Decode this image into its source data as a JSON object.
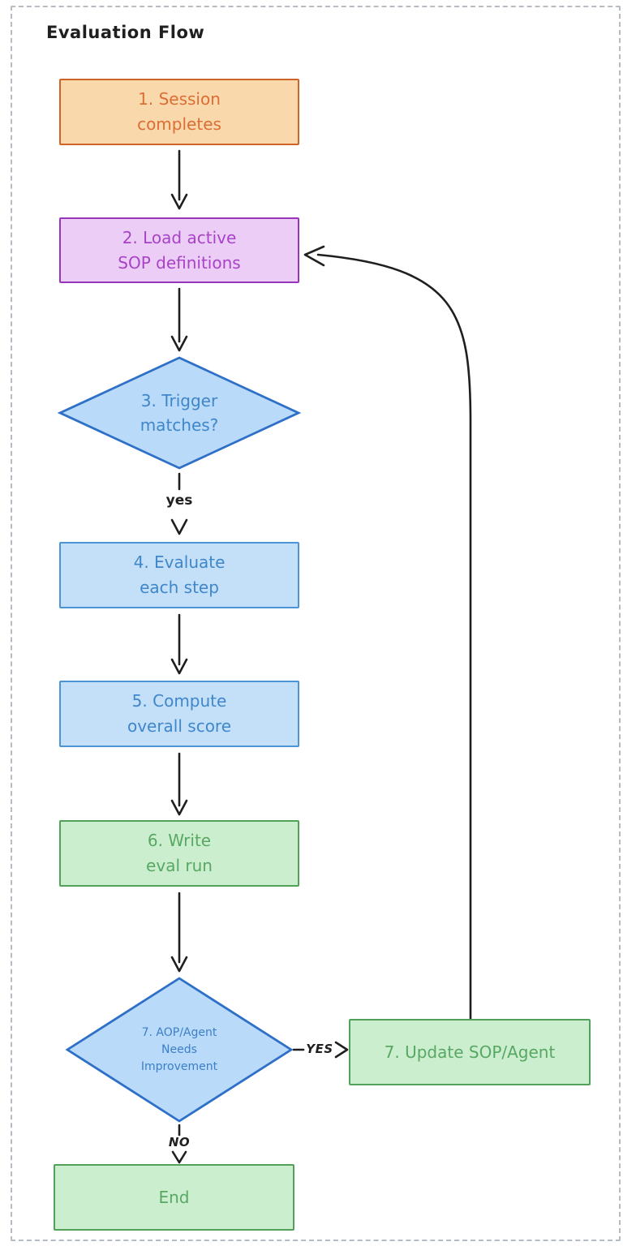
{
  "title": "Evaluation Flow",
  "nodes": {
    "session": {
      "label": "1. Session\ncompletes",
      "shape": "rect",
      "color_key": "orange"
    },
    "load_sop": {
      "label": "2. Load active\nSOP definitions",
      "shape": "rect",
      "color_key": "purple"
    },
    "trigger": {
      "label": "3. Trigger\nmatches?",
      "shape": "diamond",
      "color_key": "blue"
    },
    "evaluate": {
      "label": "4. Evaluate\neach step",
      "shape": "rect",
      "color_key": "blue"
    },
    "compute": {
      "label": "5. Compute\noverall score",
      "shape": "rect",
      "color_key": "blue"
    },
    "write": {
      "label": "6. Write\neval run",
      "shape": "rect",
      "color_key": "green"
    },
    "needs_improvement": {
      "label": "7. AOP/Agent\nNeeds\nImprovement",
      "shape": "diamond",
      "color_key": "blue"
    },
    "update": {
      "label": "7. Update SOP/Agent",
      "shape": "rect",
      "color_key": "green"
    },
    "end": {
      "label": "End",
      "shape": "rect",
      "color_key": "green"
    }
  },
  "edge_labels": {
    "trigger_yes": "yes",
    "needs_yes": "YES",
    "needs_no": "NO"
  },
  "colors": {
    "background": "#ffffff",
    "frame_dashed": "#b6bcc3",
    "arrow": "#1f1f1f",
    "orange_fill": "#f9d8ab",
    "orange_stroke": "#cf6328",
    "orange_text": "#dc6e35",
    "purple_fill": "#eccdf6",
    "purple_stroke": "#9935bb",
    "purple_text": "#a843c8",
    "blue_fill": "#c4e0f8",
    "blue_stroke": "#4b94d6",
    "blue_text": "#3f86ca",
    "diamond_fill": "#b9daf8",
    "diamond_stroke": "#2e70c8",
    "green_fill": "#cbeecf",
    "green_stroke": "#51a15a",
    "green_text": "#58a863"
  }
}
